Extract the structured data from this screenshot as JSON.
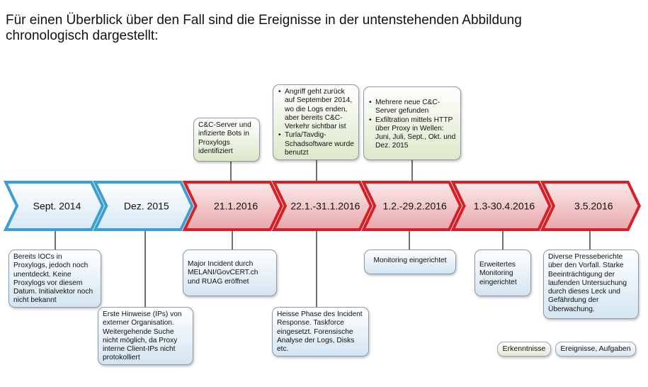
{
  "intro": {
    "line1": "Für einen Überblick über den Fall sind die Ereignisse in der untenstehenden Abbildung",
    "line2": "chronologisch dargestellt:"
  },
  "timeline": {
    "stages": [
      {
        "label": "Sept. 2014",
        "color": "blue"
      },
      {
        "label": "Dez. 2015",
        "color": "blue"
      },
      {
        "label": "21.1.2016",
        "color": "red"
      },
      {
        "label": "22.1.-31.1.2016",
        "color": "red"
      },
      {
        "label": "1.2.-29.2.2016",
        "color": "red"
      },
      {
        "label": "1.3-30.4.2016",
        "color": "red"
      },
      {
        "label": "3.5.2016",
        "color": "red"
      }
    ]
  },
  "findings": {
    "f1": "C&C-Server und infizierte Bots in Proxylogs identifiziert",
    "f2_items": [
      "Angriff geht zurück auf September 2014, wo die Logs enden, aber bereits C&C-Verkehr sichtbar ist",
      "Turla/Tavdig-Schadsoftware wurde benutzt"
    ],
    "f3_items": [
      "Mehrere neue C&C-Server gefunden",
      "Exfiltration mittels HTTP über Proxy in Wellen: Juni, Juli, Sept., Okt. und Dez. 2015"
    ]
  },
  "events": {
    "e1": "Bereits IOCs in Proxylogs, jedoch noch unentdeckt. Keine Proxylogs vor diesem Datum. Initialvektor noch nicht bekannt",
    "e2": "Erste Hinweise (IPs) von externer Organisation. Weitergehende Suche nicht möglich, da Proxy interne Client-IPs nicht protokolliert",
    "e3": "Major Incident durch MELANI/GovCERT.ch und RUAG eröffnet",
    "e4": "Heisse Phase des Incident Response. Taskforce eingesetzt. Forensische Analyse der Logs, Disks etc.",
    "e5": "Monitoring eingerichtet",
    "e6": "Erweitertes Monitoring eingerichtet",
    "e7": "Diverse Presseberichte über den Vorfall. Starke Beeinträchtigung der laufenden Untersuchung durch dieses Leck und Gefährdung der Überwachung."
  },
  "legend": {
    "findings": "Erkenntnisse",
    "events": "Ereignisse, Aufgaben"
  },
  "colors": {
    "blue_fill_top": "#ffffff",
    "blue_fill_bottom": "#d6e8f5",
    "blue_stroke": "#3c9fd1",
    "red_fill_top": "#fbe9ea",
    "red_fill_bottom": "#e9a7ab",
    "red_stroke": "#d42026",
    "connector": "#222222"
  }
}
